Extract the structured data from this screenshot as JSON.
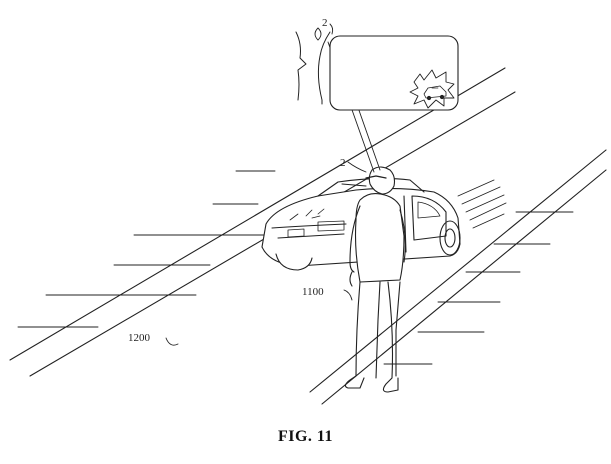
{
  "figure": {
    "caption": "FIG. 11",
    "labels": {
      "callout_numeral": "2",
      "glasses_numeral": "2",
      "person_ref": "1100",
      "road_ref": "1200"
    }
  },
  "colors": {
    "ink": "#222222",
    "paper": "#ffffff"
  }
}
